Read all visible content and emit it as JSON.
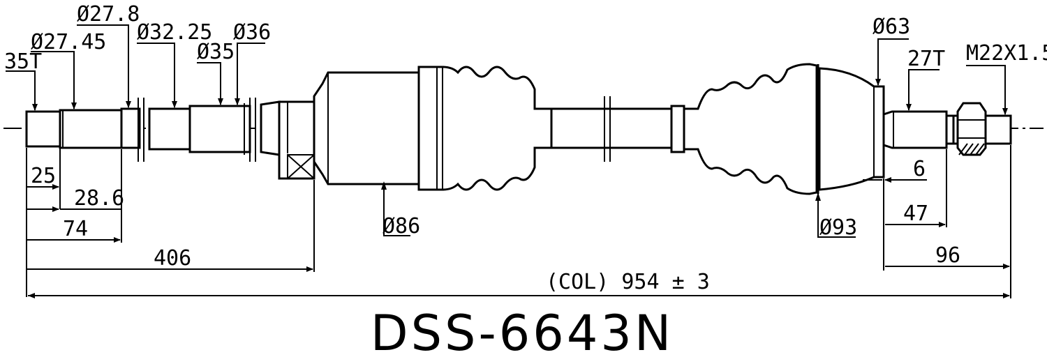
{
  "part_number": "DSS-6643N",
  "dimensions": {
    "spline_left": "35T",
    "dia_27_45": "Ø27.45",
    "dia_27_8": "Ø27.8",
    "dia_32_25": "Ø32.25",
    "dia_35": "Ø35",
    "dia_36": "Ø36",
    "dia_86": "Ø86",
    "dia_93": "Ø93",
    "dia_63": "Ø63",
    "spline_right": "27T",
    "thread": "M22X1.5",
    "len_25": "25",
    "len_28_6": "28.6",
    "len_74": "74",
    "len_406": "406",
    "len_6": "6",
    "len_47": "47",
    "len_96": "96",
    "overall": "(COL) 954 ± 3"
  }
}
